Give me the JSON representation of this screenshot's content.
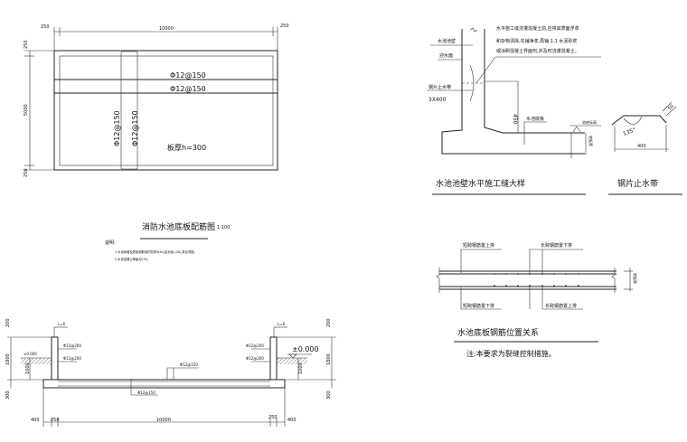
{
  "plan": {
    "dim_top": [
      "250",
      "10000",
      "250"
    ],
    "dim_left": [
      "250",
      "5000",
      "250"
    ],
    "rebar_h1": "Φ12@150",
    "rebar_h2": "Φ12@150",
    "rebar_v1": "Φ12@150",
    "rebar_v2": "Φ12@150",
    "thickness": "板厚h=300",
    "title": "消防水池底板配筋图",
    "scale": "1:100",
    "notes_heading": "说明:",
    "notes": [
      "1.水池侧墙及底板钢筋保护层厚为40(迎水面),200,其余同图。",
      "2.水池混凝土等级为C35。"
    ]
  },
  "joint_detail": {
    "callout": [
      "水平施工缝浇灌混凝土前,应将其表面浮浆",
      "和杂物清除,先铺净浆,再铺        1:1  水泥砂浆",
      "或涂刷混凝土界面剂,并及时浇灌混凝土。"
    ],
    "label_wall": "水池池壁",
    "label_face": "迎水面",
    "label_waterstop": "钢片止水带",
    "label_size": "3X400",
    "dim_450": "450",
    "label_slab": "水池底板",
    "label_level": "池底标高",
    "label_thk": "底板厚",
    "title": "水池池壁水平施工缝大样"
  },
  "waterstop": {
    "angle": "135°",
    "width": "400",
    "bend": "50",
    "title": "钢片止水带"
  },
  "rebar_relation": {
    "top_left": "短跨钢筋置上排",
    "top_right": "长跨钢筋置下排",
    "bottom_left": "短跨钢筋置下排",
    "bottom_right": "长跨钢筋置上排",
    "thk": "底板厚",
    "title": "水池底板钢筋位置关系",
    "note": "注:本要求为裂缝控制措施。"
  },
  "section": {
    "top_bar_left": "L=6",
    "top_bar_right": "L=6",
    "wall_bar_l1": "Φ12@200",
    "wall_bar_l2": "Φ12@200",
    "wall_bar_r1": "Φ12@200",
    "wall_bar_r2": "Φ12@200",
    "level_left": "±0.000",
    "level_right": "±0.000",
    "slab_top_bar": "Φ12@150",
    "slab_bot_bar": "Φ12@150",
    "dim_left": [
      "200",
      "1800",
      "1000",
      "300"
    ],
    "dim_right": [
      "200",
      "1800",
      "1000",
      "300"
    ],
    "dim_bottom": [
      "400",
      "250",
      "10000",
      "250",
      "400"
    ]
  }
}
